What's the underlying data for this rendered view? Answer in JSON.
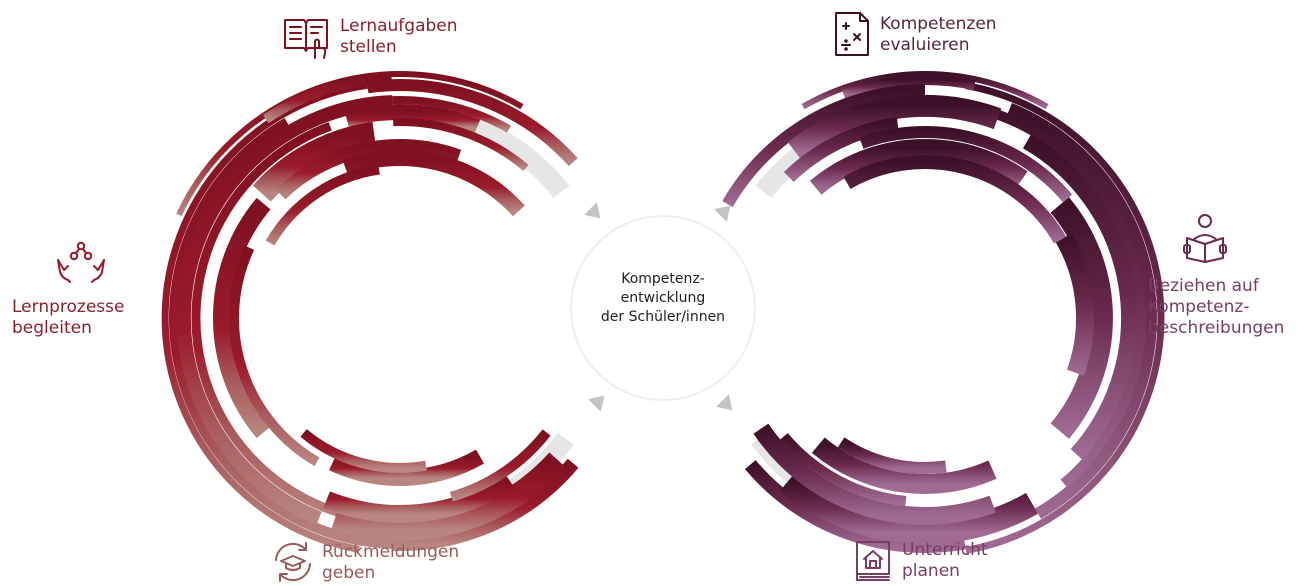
{
  "labels": {
    "lernaufgaben": {
      "line1": "Lernaufgaben",
      "line2": "stellen"
    },
    "kompetenzen": {
      "line1": "Kompetenzen",
      "line2": "evaluieren"
    },
    "lernprozesse": {
      "line1": "Lernprozesse",
      "line2": "begleiten"
    },
    "beziehen": {
      "line1": "Beziehen auf",
      "line2": "Kompetenz-",
      "line3": "beschreibungen"
    },
    "rueckmeldungen": {
      "line1": "Rückmeldungen",
      "line2": "geben"
    },
    "unterricht": {
      "line1": "Unterricht",
      "line2": "planen"
    }
  },
  "center": {
    "line1": "Kompetenz-",
    "line2": "entwicklung",
    "line3": "der Schüler/innen"
  },
  "icons": {
    "lernaufgaben": "book-with-hand-icon",
    "kompetenzen": "calculator-document-icon",
    "lernprozesse": "hands-with-molecule-icon",
    "beziehen": "person-reading-book-icon",
    "rueckmeldungen": "graduation-cap-cycle-icon",
    "unterricht": "house-book-icon"
  },
  "colors": {
    "red_dark": "#7e1020",
    "red": "#9b1b2b",
    "rose": "#b07b78",
    "plum_dark": "#4a1530",
    "plum": "#6b2a4e",
    "mauve": "#8e5580",
    "flow": "#e6e6e6",
    "arrow": "#c4c4c4"
  }
}
